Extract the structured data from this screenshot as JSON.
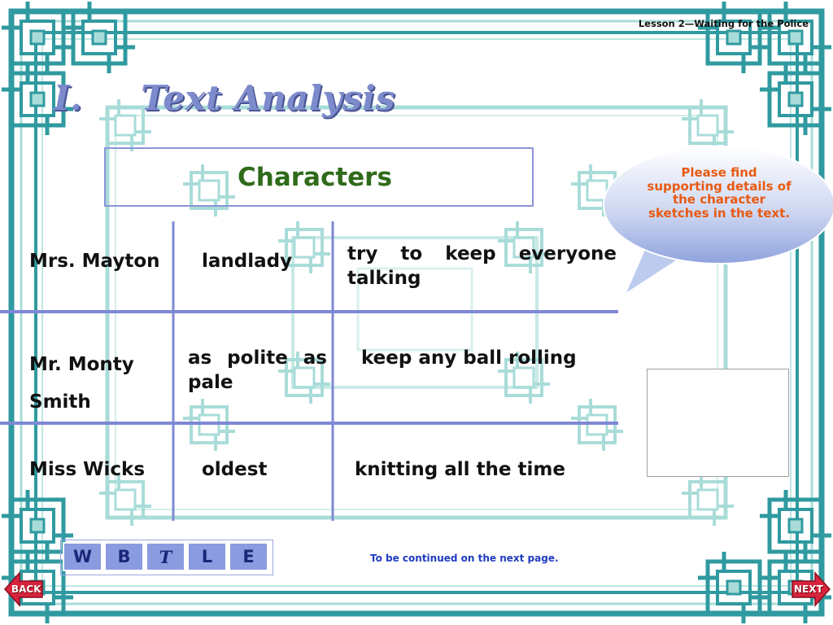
{
  "header": {
    "lesson_title": "Lesson 2—Waiting for the Police",
    "section_number": "I.",
    "section_title": "Text Analysis"
  },
  "table": {
    "header": "Characters",
    "rows": [
      [
        "Mrs. Mayton",
        "landlady",
        "try to keep everyone talking"
      ],
      [
        "Mr. Monty Smith",
        "as polite as pale",
        "keep any ball rolling"
      ],
      [
        "Miss Wicks",
        "oldest",
        "knitting all the time"
      ]
    ]
  },
  "bubble": {
    "text": "Please find supporting details of the character sketches in the text."
  },
  "nav_bar": {
    "items": [
      {
        "label": "W"
      },
      {
        "label": "B"
      },
      {
        "label": "T"
      },
      {
        "label": "L"
      },
      {
        "label": "E"
      }
    ]
  },
  "footer": {
    "continued": "To be continued on the next page.",
    "back_label": "BACK",
    "next_label": "NEXT"
  },
  "colors": {
    "frame_teal": "#2f9aa0",
    "frame_light": "#a9dcd9",
    "nav_button": "#8b9be0",
    "bubble_text": "#e85a12",
    "header_green": "#2f6b1a",
    "nav_arrow_red": "#d8233d"
  }
}
